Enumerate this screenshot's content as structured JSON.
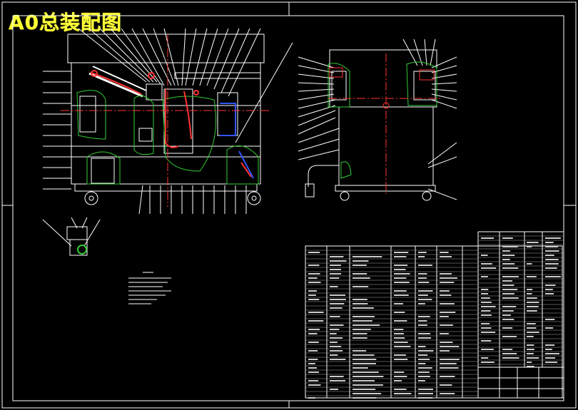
{
  "title": "A0总装配图",
  "colors": {
    "background": "#000000",
    "frame": "#ffffff",
    "title": "#ffff33",
    "centerline": "#ff3333",
    "weld": "#33cc33",
    "hydraulic": "#3355ff"
  },
  "views": [
    "front-view",
    "side-view",
    "detail-view"
  ],
  "panels": [
    "technical-notes",
    "parts-list",
    "title-block"
  ]
}
